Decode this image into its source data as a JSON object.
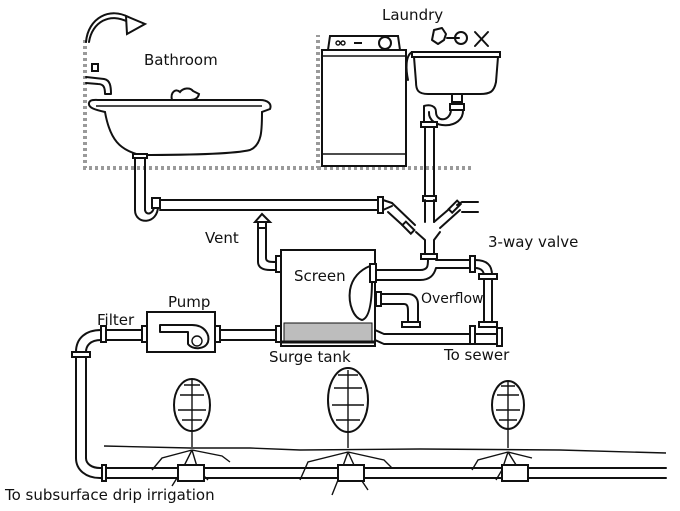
{
  "diagram": {
    "title": "Greywater system with surge tank and subsurface drip irrigation",
    "labels": {
      "bathroom": "Bathroom",
      "laundry": "Laundry",
      "vent": "Vent",
      "three_way_valve": "3-way valve",
      "screen": "Screen",
      "overflow": "Overflow",
      "pump": "Pump",
      "filter": "Filter",
      "surge_tank": "Surge tank",
      "to_sewer": "To sewer",
      "to_drip": "To subsurface drip irrigation"
    },
    "colors": {
      "line": "#111111",
      "room_border": "#9a9a9a",
      "background": "#ffffff"
    },
    "plants": [
      "plant-1",
      "plant-2",
      "plant-3"
    ],
    "emitters": [
      "emitter-1",
      "emitter-2",
      "emitter-3"
    ]
  }
}
